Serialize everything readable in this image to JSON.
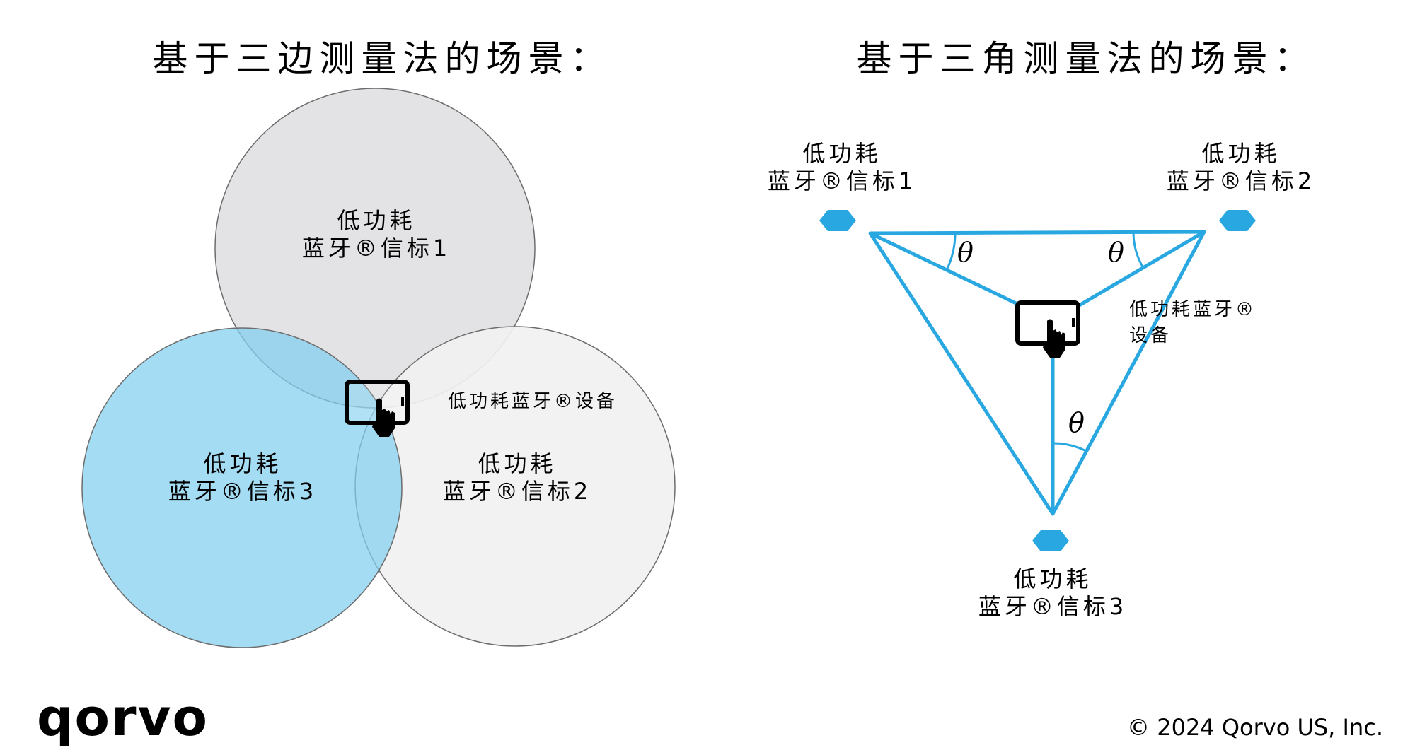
{
  "trilateration": {
    "title": "基于三边测量法的场景：",
    "beacon1": {
      "line1": "低功耗",
      "line2": "蓝牙®信标1"
    },
    "beacon2": {
      "line1": "低功耗",
      "line2": "蓝牙®信标2"
    },
    "beacon3": {
      "line1": "低功耗",
      "line2": "蓝牙®信标3"
    },
    "device_label": "低功耗蓝牙®设备"
  },
  "triangulation": {
    "title": "基于三角测量法的场景：",
    "beacon1": {
      "line1": "低功耗",
      "line2": "蓝牙®信标1"
    },
    "beacon2": {
      "line1": "低功耗",
      "line2": "蓝牙®信标2"
    },
    "beacon3": {
      "line1": "低功耗",
      "line2": "蓝牙®信标3"
    },
    "device_label": {
      "line1": "低功耗蓝牙®",
      "line2": "设备"
    },
    "angle_symbol": "θ"
  },
  "footer": {
    "logo_text": "qorvo",
    "copyright": "© 2024 Qorvo US, Inc."
  },
  "colors": {
    "accent_blue": "#29a7e1",
    "circle_blue": "#80cfee",
    "circle_gray_dark": "#e3e3e5",
    "circle_gray_light": "#f1f1f1"
  },
  "icons": {
    "device": "tablet-with-pointing-hand-icon",
    "beacon": "hexagon-beacon-icon"
  }
}
